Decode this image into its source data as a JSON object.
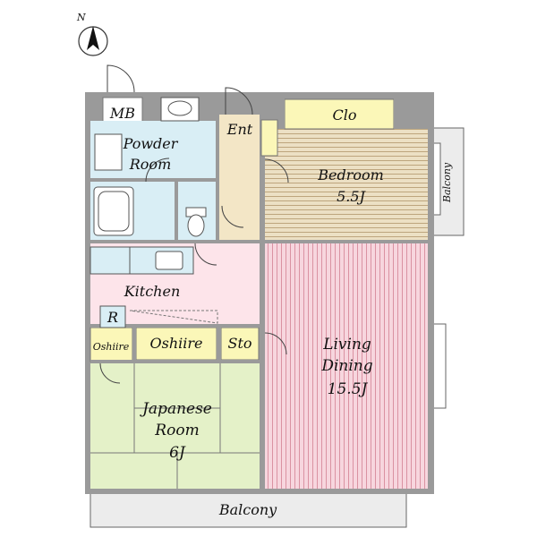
{
  "compass": {
    "letter": "N"
  },
  "rooms": {
    "mb": "MB",
    "powder_room": [
      "Powder",
      "Room"
    ],
    "entrance": "Ent",
    "closet": "Clo",
    "bedroom": [
      "Bedroom",
      "5.5J"
    ],
    "balcony_side": "Balcony",
    "kitchen": "Kitchen",
    "refrigerator": "R",
    "oshiire_small": "Oshiire",
    "oshiire": "Oshiire",
    "storage": "Sto",
    "living_dining": [
      "Living",
      "Dining",
      "15.5J"
    ],
    "japanese_room": [
      "Japanese",
      "Room",
      "6J"
    ],
    "balcony_bottom": "Balcony"
  },
  "colors": {
    "wall": "#9a9a9a",
    "wet_area": "#d9eef5",
    "entrance": "#f3e6c6",
    "closet": "#fbf7b8",
    "bedroom_floor": "#e9dcc0",
    "kitchen": "#fde4ea",
    "living_floor": "#f7d4dc",
    "japanese_room": "#e4f1c8",
    "balcony": "#ececec"
  }
}
